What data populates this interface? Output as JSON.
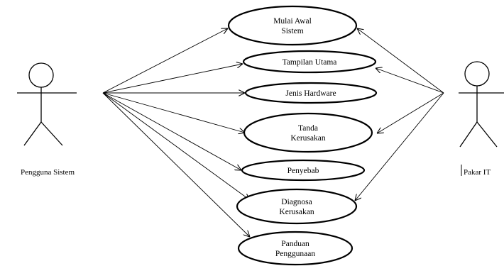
{
  "actors": {
    "left": {
      "name": "Pengguna Sistem"
    },
    "right": {
      "name": "Pakar IT"
    }
  },
  "use_cases": [
    {
      "id": "mulai",
      "lines": [
        "Mulai Awal",
        "Sistem"
      ]
    },
    {
      "id": "tampilan",
      "lines": [
        "Tampilan Utama"
      ]
    },
    {
      "id": "jenis",
      "lines": [
        "Jenis Hardware"
      ]
    },
    {
      "id": "tanda",
      "lines": [
        "Tanda",
        "Kerusakan"
      ]
    },
    {
      "id": "penyebab",
      "lines": [
        "Penyebab"
      ]
    },
    {
      "id": "diagnosa",
      "lines": [
        "Diagnosa",
        "Kerusakan"
      ]
    },
    {
      "id": "panduan",
      "lines": [
        "Panduan",
        "Penggunaan"
      ]
    }
  ],
  "relations": [
    {
      "from": "left",
      "to": "mulai"
    },
    {
      "from": "left",
      "to": "tampilan"
    },
    {
      "from": "left",
      "to": "jenis"
    },
    {
      "from": "left",
      "to": "tanda"
    },
    {
      "from": "left",
      "to": "penyebab"
    },
    {
      "from": "left",
      "to": "diagnosa"
    },
    {
      "from": "left",
      "to": "panduan"
    },
    {
      "from": "right",
      "to": "mulai"
    },
    {
      "from": "right",
      "to": "tampilan"
    },
    {
      "from": "right",
      "to": "tanda"
    },
    {
      "from": "right",
      "to": "diagnosa"
    }
  ]
}
